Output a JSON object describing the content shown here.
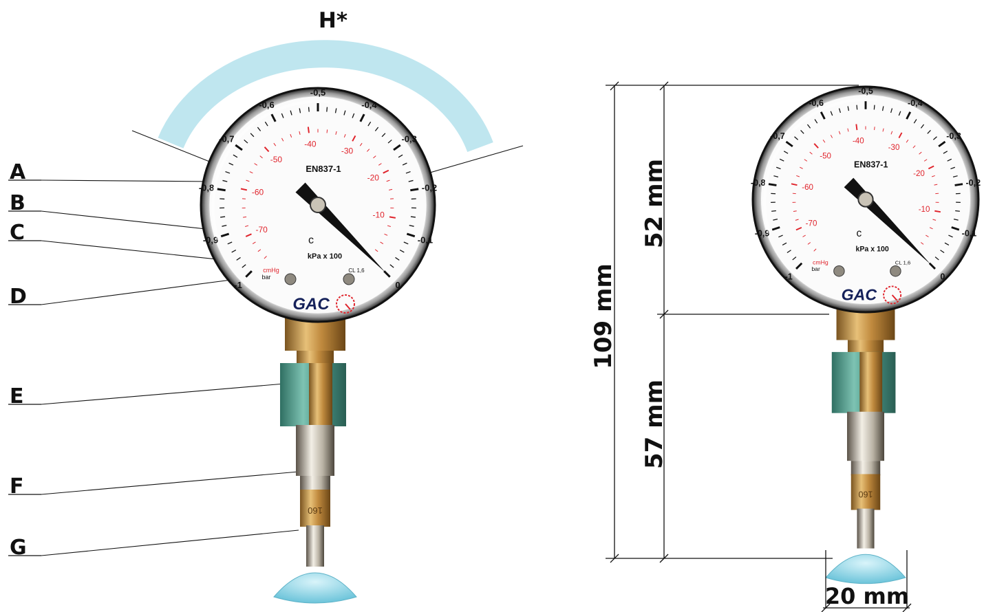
{
  "header": {
    "title": "H*"
  },
  "callouts": [
    "A",
    "B",
    "C",
    "D",
    "E",
    "F",
    "G"
  ],
  "gauge": {
    "brand": "GAC",
    "standard": "EN837-1",
    "unit_kpa": "kPa x 100",
    "unit_bar": "bar",
    "unit_cmhg": "cmHg",
    "accuracy_class": "CL 1,6",
    "fitting_mark": "160",
    "bar_scale": [
      "-1",
      "-0,9",
      "-0,8",
      "-0,7",
      "-0,6",
      "-0,5",
      "-0,4",
      "-0,3",
      "-0,2",
      "-0,1",
      "0"
    ],
    "cmhg_scale": [
      "-70",
      "-60",
      "-50",
      "-40",
      "-30",
      "-20",
      "-10"
    ],
    "pointer_bar": 0
  },
  "dimensions": {
    "total_height": "109 mm",
    "upper_height": "52 mm",
    "lower_height": "57 mm",
    "base_width": "20 mm"
  },
  "colors": {
    "arc": "#bfe6ef",
    "scale_red": "#e0242c",
    "brass": "#b8863a",
    "cup": "#8fd6e6",
    "nut": "#4f9d8e"
  }
}
